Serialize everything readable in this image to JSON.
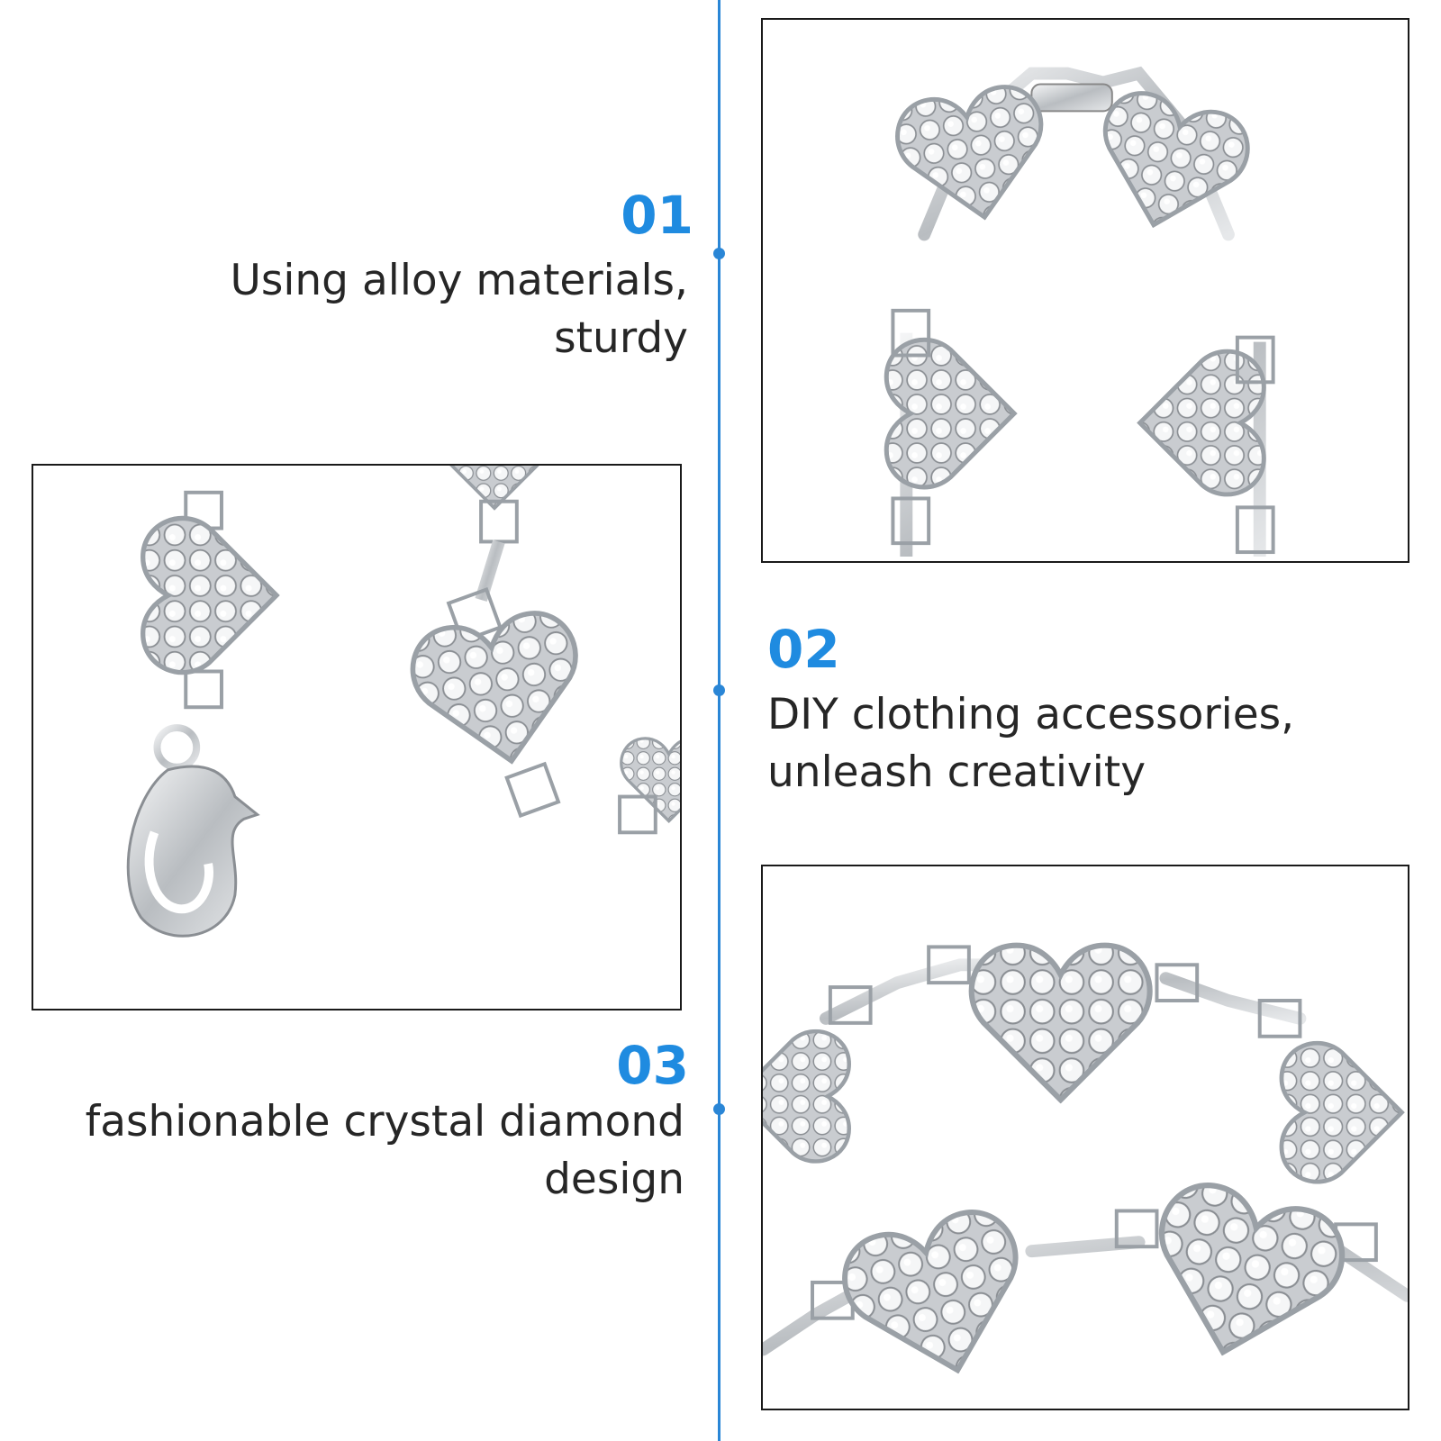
{
  "features": [
    {
      "number": "01",
      "text_line1": "Using alloy materials,",
      "text_line2": "sturdy"
    },
    {
      "number": "02",
      "text_line1": "DIY clothing accessories,",
      "text_line2": "unleash creativity"
    },
    {
      "number": "03",
      "text_line1": "fashionable crystal diamond",
      "text_line2": "design"
    }
  ],
  "colors": {
    "accent": "#1f8be0",
    "timeline": "#2a86d6",
    "text": "#262626",
    "frame": "#1a1a1a"
  },
  "icons": [
    "heart-chain-photo",
    "lobster-clasp-photo"
  ]
}
